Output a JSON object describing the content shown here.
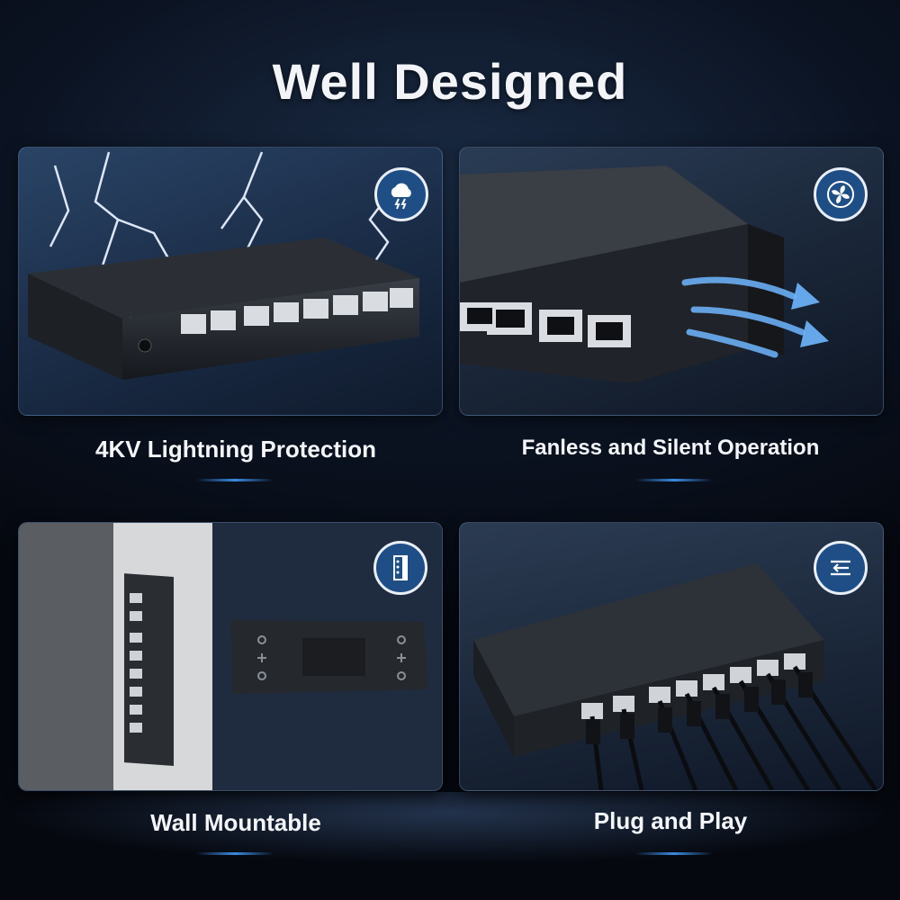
{
  "title": "Well Designed",
  "features": [
    {
      "caption": "4KV Lightning Protection",
      "icon": "storm-cloud-icon"
    },
    {
      "caption": "Fanless and Silent Operation",
      "icon": "fan-icon"
    },
    {
      "caption": "Wall Mountable",
      "icon": "wall-mount-icon"
    },
    {
      "caption": "Plug and Play",
      "icon": "plug-arrows-icon"
    }
  ],
  "colors": {
    "accent": "#3a8ae0",
    "badge": "#1f4e86",
    "text": "#f4f6fa"
  }
}
